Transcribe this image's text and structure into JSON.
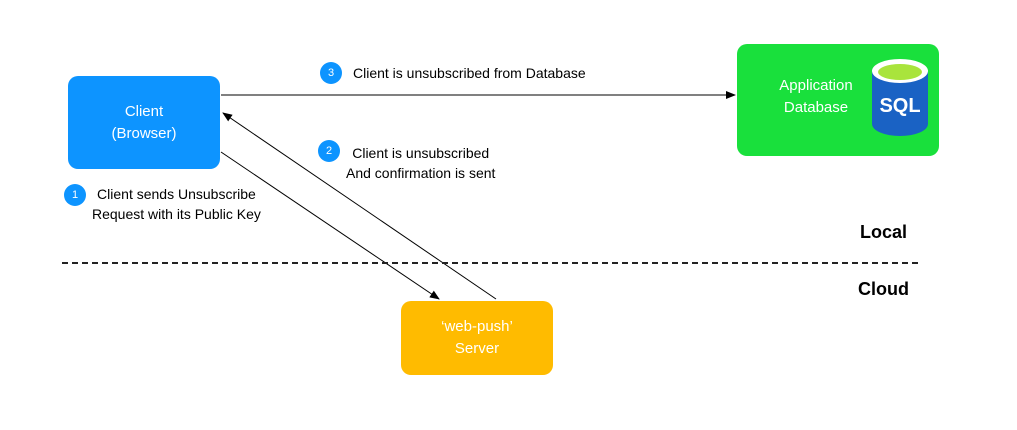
{
  "nodes": {
    "client": {
      "line1": "Client",
      "line2": "(Browser)"
    },
    "server": {
      "line1": "‘web-push’",
      "line2": "Server"
    },
    "database": {
      "line1": "Application",
      "line2": "Database",
      "icon_label": "SQL"
    }
  },
  "steps": [
    {
      "number": "1",
      "line1": "Client sends Unsubscribe",
      "line2": "Request with its Public Key"
    },
    {
      "number": "2",
      "line1": "Client is unsubscribed",
      "line2": "And confirmation is sent"
    },
    {
      "number": "3",
      "line1": "Client is unsubscribed from Database"
    }
  ],
  "zones": {
    "local": "Local",
    "cloud": "Cloud"
  },
  "colors": {
    "client": "#0d94ff",
    "server": "#ffbb00",
    "database": "#19e03c",
    "badge": "#0d94ff",
    "sql_icon": "#1a62c4"
  }
}
